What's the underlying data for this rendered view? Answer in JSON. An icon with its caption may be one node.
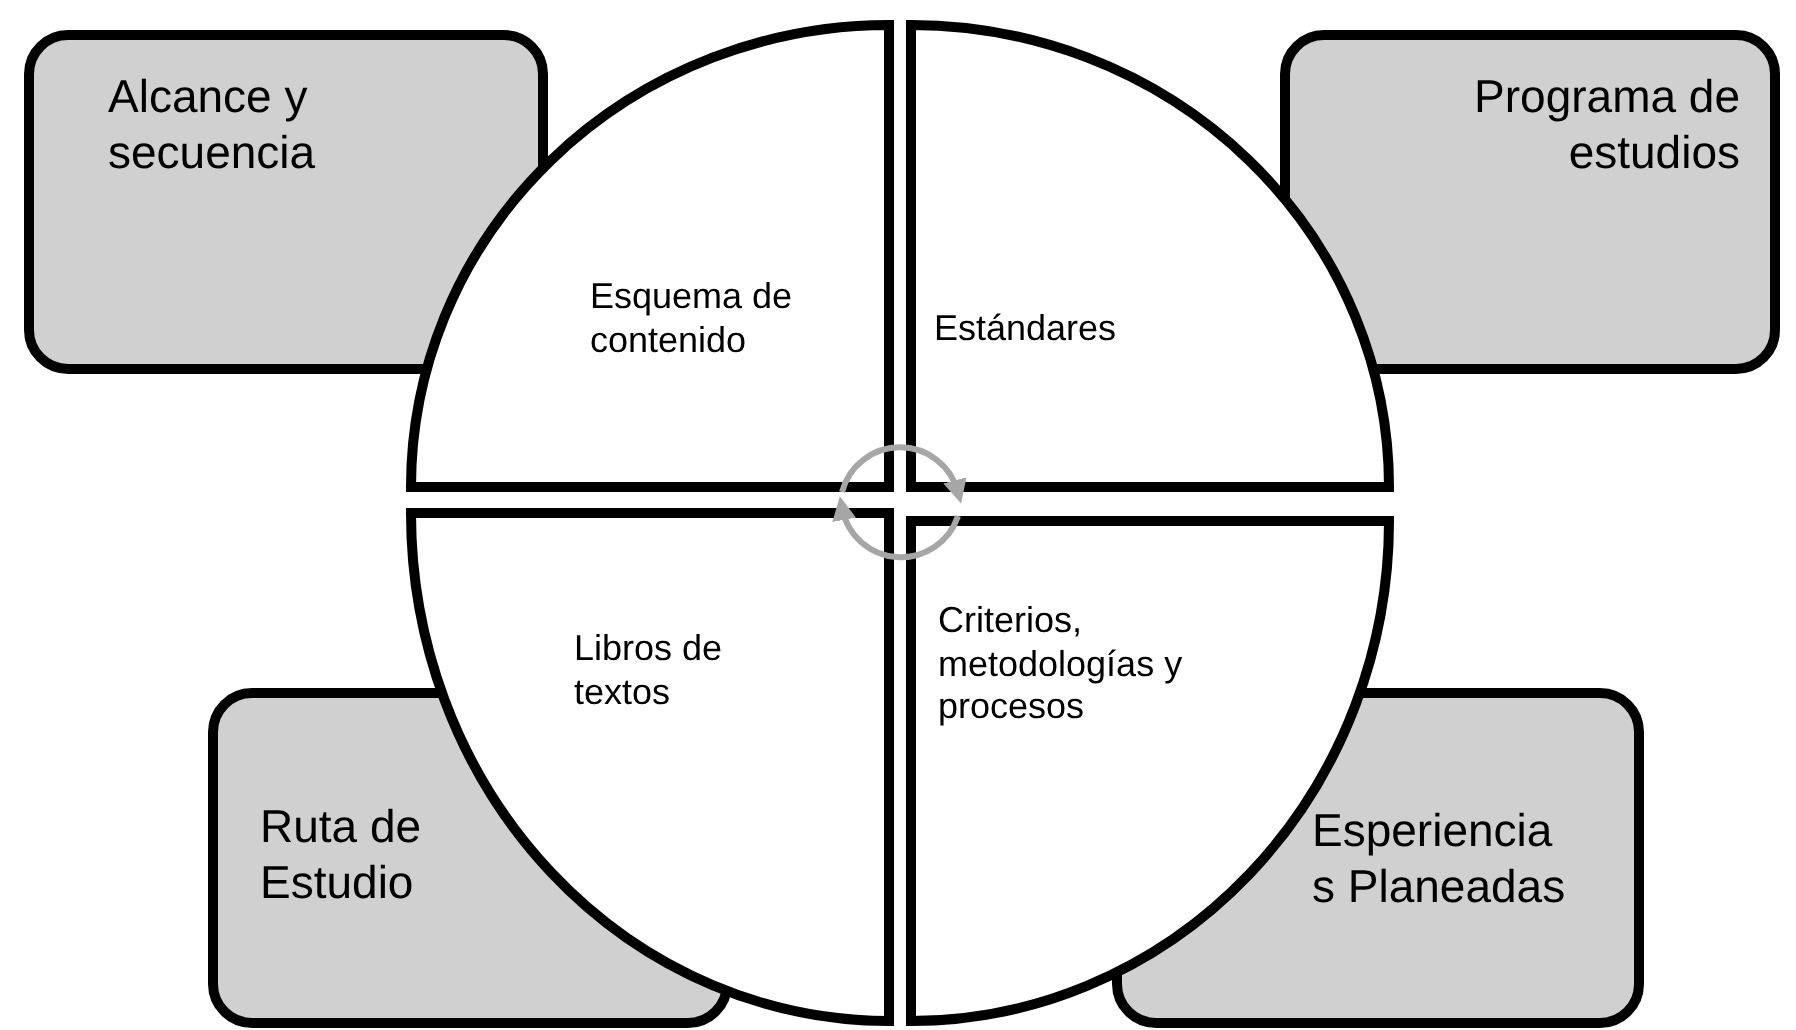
{
  "diagram": {
    "nodes": [
      {
        "text": [
          "Alcance y secuencia"
        ]
      },
      {
        "text": [
          "Programa de estudios"
        ]
      },
      {
        "text": [
          "Esquema de contenido"
        ]
      },
      {
        "text": [
          "Estándares"
        ]
      },
      {
        "text": [
          "Libros de textos"
        ]
      },
      {
        "text": [
          "Criterios, metodologías y procesos"
        ]
      },
      {
        "text": [
          "Ruta de Estudio"
        ]
      },
      {
        "text": [
          "Esperiencia s Planeadas"
        ]
      }
    ],
    "edges": [
      {
        "from": 2,
        "to": 3,
        "arrow": "to"
      },
      {
        "from": 5,
        "to": 4,
        "arrow": "to"
      }
    ]
  }
}
